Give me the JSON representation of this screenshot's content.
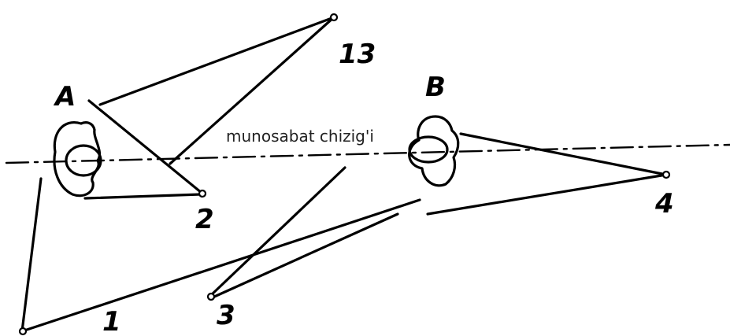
{
  "labels": {
    "line_caption": "munosabat chizig'i",
    "point_a": "A",
    "point_b": "B",
    "point_1": "1",
    "point_2": "2",
    "point_3": "3",
    "point_4": "4",
    "point_13": "13"
  },
  "colors": {
    "ink": "#000000",
    "background": "#ffffff"
  }
}
